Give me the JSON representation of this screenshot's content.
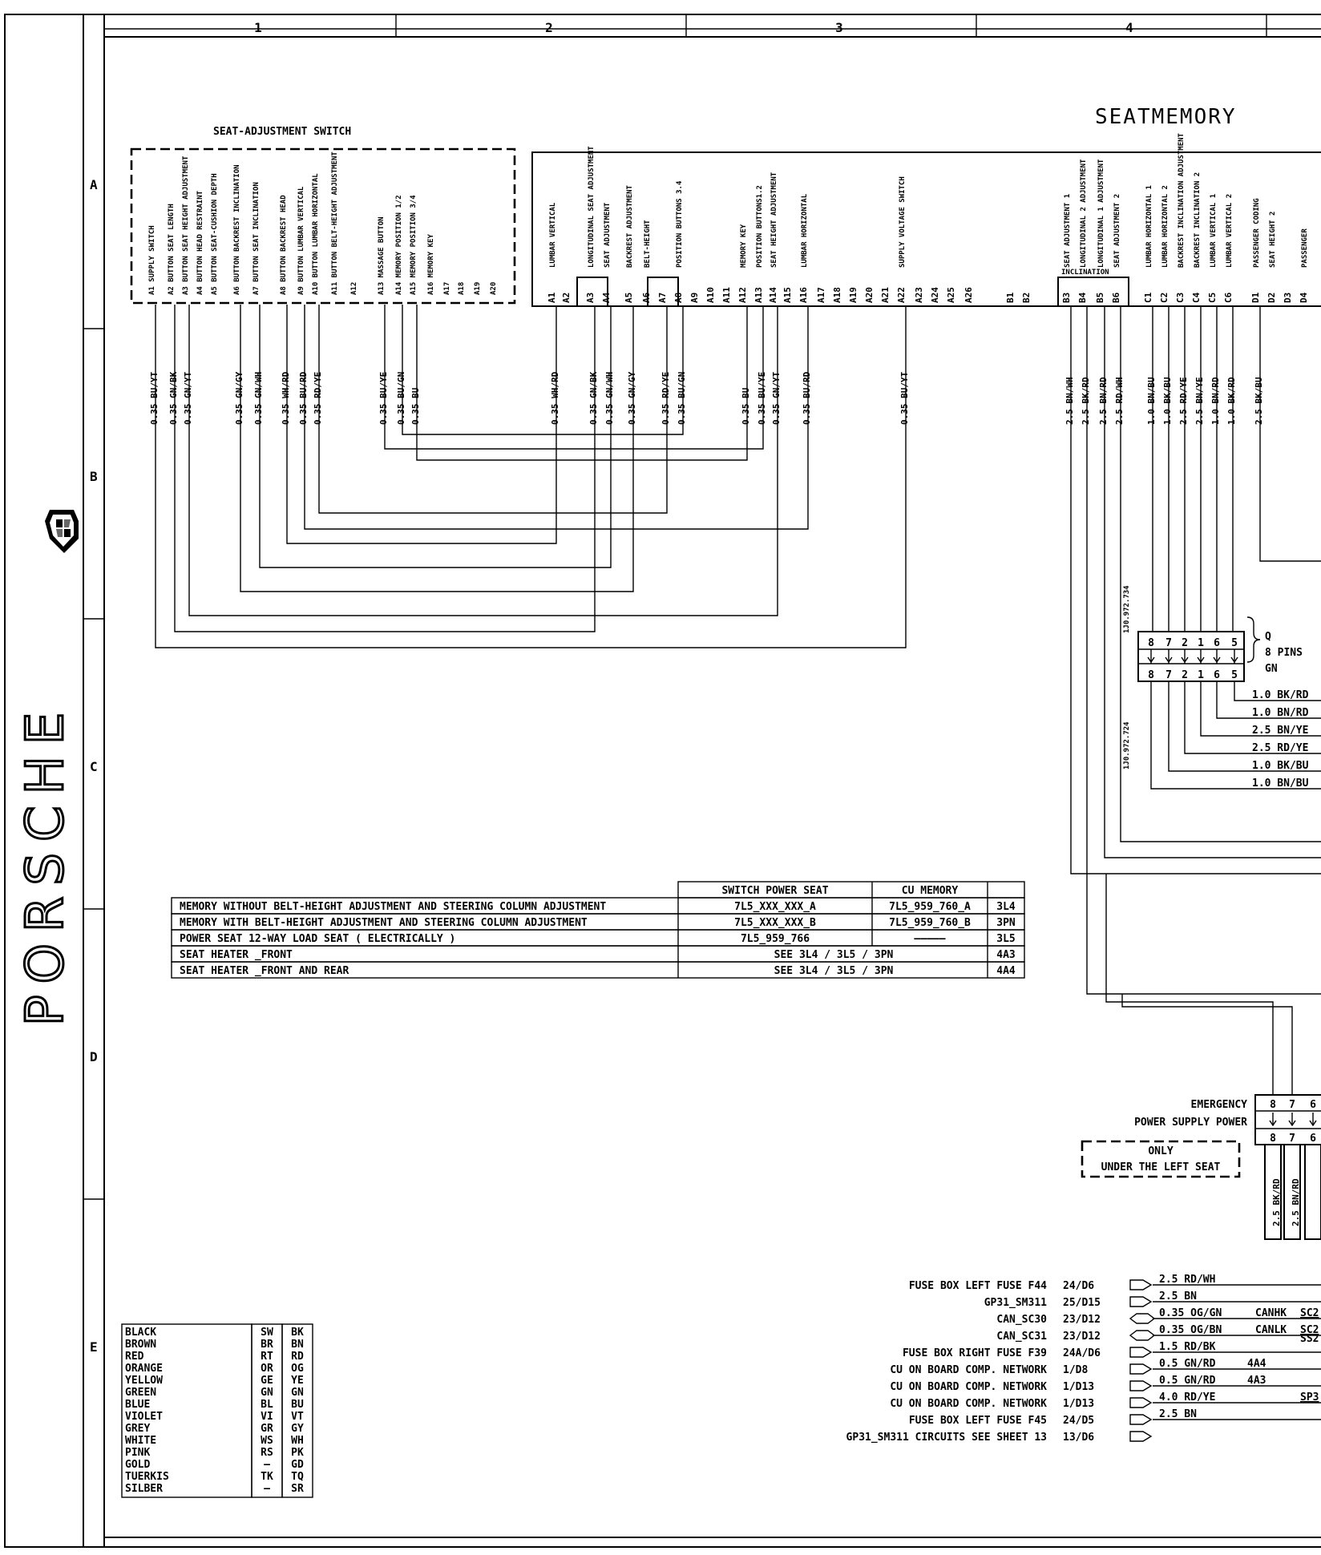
{
  "title": "SEATMEMORY",
  "logo_text": "PORSCHE",
  "grid_columns": [
    "1",
    "2",
    "3",
    "4"
  ],
  "grid_rows": [
    "A",
    "B",
    "C",
    "D",
    "E"
  ],
  "switch": {
    "title": "SEAT-ADJUSTMENT SWITCH",
    "pins": [
      {
        "pin": "A1",
        "func": "SUPPLY SWITCH",
        "wire": "0.35 BU/YT"
      },
      {
        "pin": "A2",
        "func": "BUTTON SEAT LENGTH",
        "wire": "0.35 GN/BK"
      },
      {
        "pin": "A3",
        "func": "BUTTON SEAT HEIGHT ADJUSTMENT",
        "wire": "0.35 GN/YT"
      },
      {
        "pin": "A4",
        "func": "BUTTON HEAD RESTRAINT",
        "wire": ""
      },
      {
        "pin": "A5",
        "func": "BUTTON SEAT-CUSHION DEPTH",
        "wire": ""
      },
      {
        "pin": "A6",
        "func": "BUTTON BACKREST INCLINATION",
        "wire": "0.35 GN/GY"
      },
      {
        "pin": "A7",
        "func": "BUTTON SEAT INCLINATION",
        "wire": "0.35 GN/WH"
      },
      {
        "pin": "A8",
        "func": "BUTTON BACKREST HEAD",
        "wire": "0.35 WH/RD"
      },
      {
        "pin": "A9",
        "func": "BUTTON LUMBAR VERTICAL",
        "wire": "0.35 BU/RD"
      },
      {
        "pin": "A10",
        "func": "BUTTON LUMBAR HORIZONTAL",
        "wire": "0.35 RD/YE"
      },
      {
        "pin": "A11",
        "func": "BUTTON BELT-HEIGHT ADJUSTMENT",
        "wire": ""
      },
      {
        "pin": "A12",
        "func": "",
        "wire": ""
      },
      {
        "pin": "A13",
        "func": "MASSAGE BUTTON",
        "wire": "0.35 BU/YE"
      },
      {
        "pin": "A14",
        "func": "MEMORY POSITION 1/2",
        "wire": "0.35 BU/GN"
      },
      {
        "pin": "A15",
        "func": "MEMORY POSITION 3/4",
        "wire": "0.35 BU"
      },
      {
        "pin": "A16",
        "func": "MEMORY KEY",
        "wire": ""
      },
      {
        "pin": "A17",
        "func": "",
        "wire": ""
      },
      {
        "pin": "A18",
        "func": "",
        "wire": ""
      },
      {
        "pin": "A19",
        "func": "",
        "wire": ""
      },
      {
        "pin": "A20",
        "func": "",
        "wire": ""
      }
    ]
  },
  "memory_pins": [
    {
      "pin": "A1",
      "func": "LUMBAR VERTICAL",
      "wire": "0.35 WH/RD"
    },
    {
      "pin": "A2",
      "func": "",
      "wire": ""
    },
    {
      "pin": "A3",
      "func": "LONGITUDINAL SEAT ADJUSTMENT",
      "wire": "0.35 GN/BK"
    },
    {
      "pin": "A4",
      "func": "SEAT ADJUSTMENT",
      "wire": "0.35 GN/WH"
    },
    {
      "pin": "A5",
      "func": "BACKREST ADJUSTMENT",
      "wire": "0.35 GN/GY"
    },
    {
      "pin": "A6",
      "func": "BELT-HEIGHT",
      "wire": ""
    },
    {
      "pin": "A7",
      "func": "",
      "wire": "0.35 RD/YE"
    },
    {
      "pin": "A8",
      "func": "POSITION BUTTONS 3.4",
      "wire": "0.35 BU/GN"
    },
    {
      "pin": "A9",
      "func": "",
      "wire": ""
    },
    {
      "pin": "A10",
      "func": "",
      "wire": ""
    },
    {
      "pin": "A11",
      "func": "",
      "wire": ""
    },
    {
      "pin": "A12",
      "func": "MEMORY KEY",
      "wire": "0.35 BU"
    },
    {
      "pin": "A13",
      "func": "POSITION BUTTONS1.2",
      "wire": "0.35 BU/YE"
    },
    {
      "pin": "A14",
      "func": "SEAT HEIGHT ADJUSTMENT",
      "wire": "0.35 GN/YT"
    },
    {
      "pin": "A15",
      "func": "",
      "wire": ""
    },
    {
      "pin": "A16",
      "func": "LUMBAR HORIZONTAL",
      "wire": "0.35 BU/RD"
    },
    {
      "pin": "A17",
      "func": "",
      "wire": ""
    },
    {
      "pin": "A18",
      "func": "",
      "wire": ""
    },
    {
      "pin": "A19",
      "func": "",
      "wire": ""
    },
    {
      "pin": "A20",
      "func": "",
      "wire": ""
    },
    {
      "pin": "A21",
      "func": "",
      "wire": ""
    },
    {
      "pin": "A22",
      "func": "SUPPLY VOLTAGE SWITCH",
      "wire": "0.35 BU/YT"
    },
    {
      "pin": "A23",
      "func": "",
      "wire": ""
    },
    {
      "pin": "A24",
      "func": "",
      "wire": ""
    },
    {
      "pin": "A25",
      "func": "",
      "wire": ""
    },
    {
      "pin": "A26",
      "func": "",
      "wire": ""
    },
    {
      "pin": "B1",
      "func": "",
      "wire": ""
    },
    {
      "pin": "B2",
      "func": "",
      "wire": ""
    },
    {
      "pin": "B3",
      "func": "SEAT ADJUSTMENT 1",
      "wire": "2.5 BN/WH"
    },
    {
      "pin": "B4",
      "func": "LONGITUDINAL 2 ADJUSTMENT",
      "wire": "2.5 BK/RD"
    },
    {
      "pin": "B5",
      "func": "LONGITUDINAL 1 ADJUSTMENT",
      "wire": "2.5 BN/RD"
    },
    {
      "pin": "B6",
      "func": "SEAT ADJUSTMENT 2",
      "wire": "2.5 RD/WH"
    },
    {
      "pin": "C1",
      "func": "LUMBAR HORIZONTAL 1",
      "wire": "1.0 BN/BU"
    },
    {
      "pin": "C2",
      "func": "LUMBAR HORIZONTAL 2",
      "wire": "1.0 BK/BU"
    },
    {
      "pin": "C3",
      "func": "BACKREST INCLINATION ADJUSTMENT",
      "wire": "2.5 RD/YE"
    },
    {
      "pin": "C4",
      "func": "BACKREST INCLINATION 2",
      "wire": "2.5 BN/YE"
    },
    {
      "pin": "C5",
      "func": "LUMBAR VERTICAL 1",
      "wire": "1.0 BN/RD"
    },
    {
      "pin": "C6",
      "func": "LUMBAR VERTICAL 2",
      "wire": "1.0 BK/RD"
    },
    {
      "pin": "D1",
      "func": "PASSENGER CODING",
      "wire": "2.5 BK/BU"
    },
    {
      "pin": "D2",
      "func": "SEAT HEIGHT 2",
      "wire": ""
    },
    {
      "pin": "D3",
      "func": "",
      "wire": ""
    },
    {
      "pin": "D4",
      "func": "PASSENGER",
      "wire": ""
    }
  ],
  "inclination_label": "INCLINATION",
  "connector": {
    "top_part": "1J0.972.734",
    "bottom_part": "1J0.972.724",
    "pins": [
      "8",
      "7",
      "2",
      "1",
      "6",
      "5"
    ],
    "q_label": "Q",
    "pins_label": "8 PINS",
    "gn_label": "GN",
    "wires": [
      "1.0 BK/RD",
      "1.0 BN/RD",
      "2.5 BN/YE",
      "2.5 RD/YE",
      "1.0 BK/BU",
      "1.0 BN/BU"
    ]
  },
  "table": {
    "headers": [
      "SWITCH POWER SEAT",
      "CU MEMORY"
    ],
    "rows": [
      [
        "MEMORY WITHOUT  BELT-HEIGHT ADJUSTMENT AND STEERING COLUMN ADJUSTMENT",
        "7L5_XXX_XXX_A",
        "7L5_959_760_A",
        "3L4"
      ],
      [
        "MEMORY WITH     BELT-HEIGHT ADJUSTMENT AND STEERING COLUMN ADJUSTMENT",
        "7L5_XXX_XXX_B",
        "7L5_959_760_B",
        "3PN"
      ],
      [
        "POWER SEAT  12-WAY  LOAD  SEAT  ( ELECTRICALLY )",
        "7L5_959_766",
        "—————",
        "3L5"
      ],
      [
        "SEAT HEATER _FRONT",
        "SEE    3L4 / 3L5 / 3PN",
        "",
        "4A3"
      ],
      [
        "SEAT HEATER _FRONT AND REAR",
        "SEE    3L4 / 3L5 / 3PN",
        "",
        "4A4"
      ]
    ]
  },
  "emergency": {
    "line1": "EMERGENCY",
    "line2": "POWER SUPPLY  POWER",
    "only": "ONLY",
    "under": "UNDER THE LEFT SEAT",
    "pins": [
      "8",
      "7",
      "6"
    ],
    "wires": [
      "2.5 BK/RD",
      "2.5 BN/RD"
    ]
  },
  "fuse_refs": [
    {
      "label": "FUSE BOX LEFT FUSE F44",
      "ref": "24/D6",
      "wire": "2.5 RD/WH",
      "tag": ""
    },
    {
      "label": "GP31_SM311",
      "ref": "25/D15",
      "wire": "2.5 BN",
      "tag": ""
    },
    {
      "label": "CAN_SC30",
      "ref": "23/D12",
      "wire": "0.35 OG/GN",
      "tag": "CANHK",
      "sc": "SC2"
    },
    {
      "label": "CAN_SC31",
      "ref": "23/D12",
      "wire": "0.35 OG/BN",
      "tag": "CANLK",
      "sc": "SC2"
    },
    {
      "label": "FUSE BOX  RIGHT FUSE F39",
      "ref": "24A/D6",
      "wire": "1.5 RD/BK",
      "tag": ""
    },
    {
      "label": "CU ON BOARD COMP. NETWORK",
      "ref": "1/D8",
      "wire": "0.5 GN/RD",
      "tag": "4A4"
    },
    {
      "label": "CU ON BOARD COMP. NETWORK",
      "ref": "1/D13",
      "wire": "0.5 GN/RD",
      "tag": "4A3"
    },
    {
      "label": "CU ON BOARD COMP. NETWORK",
      "ref": "1/D13",
      "wire": "4.0 RD/YE",
      "tag": "",
      "sc": "SP3"
    },
    {
      "label": "FUSE BOX LEFT FUSE F45",
      "ref": "24/D5",
      "wire": "2.5 BN",
      "tag": ""
    },
    {
      "label": "GP31_SM311 CIRCUITS SEE SHEET 13",
      "ref": "13/D6",
      "wire": "",
      "tag": ""
    }
  ],
  "ss_label": "SS2",
  "colors": [
    [
      "BLACK",
      "SW",
      "BK"
    ],
    [
      "BROWN",
      "BR",
      "BN"
    ],
    [
      "RED",
      "RT",
      "RD"
    ],
    [
      "ORANGE",
      "OR",
      "OG"
    ],
    [
      "YELLOW",
      "GE",
      "YE"
    ],
    [
      "GREEN",
      "GN",
      "GN"
    ],
    [
      "BLUE",
      "BL",
      "BU"
    ],
    [
      "VIOLET",
      "VI",
      "VT"
    ],
    [
      "GREY",
      "GR",
      "GY"
    ],
    [
      "WHITE",
      "WS",
      "WH"
    ],
    [
      "PINK",
      "RS",
      "PK"
    ],
    [
      "GOLD",
      "—",
      "GD"
    ],
    [
      "TUERKIS",
      "TK",
      "TQ"
    ],
    [
      "SILBER",
      "—",
      "SR"
    ]
  ]
}
